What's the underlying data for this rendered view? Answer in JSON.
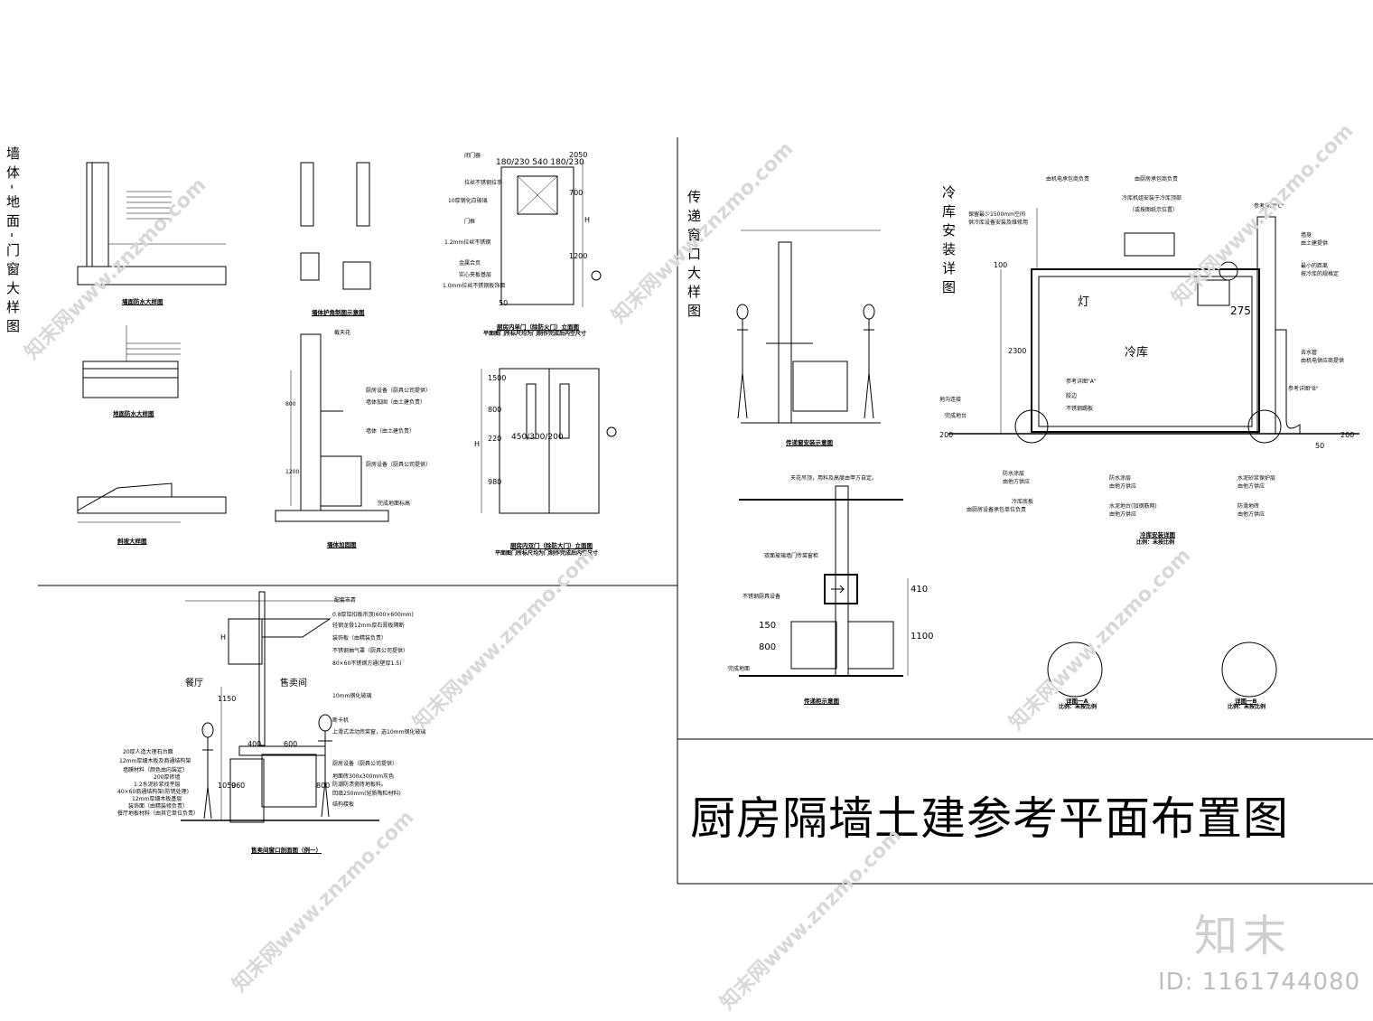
{
  "titles": {
    "left_vertical": "墙体-地面-门窗大样图",
    "mid_vertical": "传递窗口大样图",
    "right_vertical": "冷库安装详图",
    "main": "厨房隔墙土建参考平面布置图"
  },
  "captions": {
    "wall_waterproof": "墙面防水大样图",
    "floor_waterproof": "地面防水大样图",
    "slope": "斜坡大样图",
    "wall_corner": "墙体护角制图示意图",
    "wall_reinforce": "墙体加固图",
    "single_door": "厨房内单门（除防火门）立面图",
    "single_door_note": "平面图门所标尺均为门制作完成后内空尺寸",
    "double_door": "厨房内双门（除防大门）立面图",
    "double_door_note": "平面图门所标尺均为门制作完成后内空尺寸",
    "pass_window_install": "传递窗安装示意图",
    "pass_window": "传递柜示意图",
    "cold_room": "冷库安装详图",
    "cold_room_scale": "比例：未按比例",
    "detail_a": "详图一A",
    "detail_a_scale": "比例：未按比例",
    "detail_b": "详图一B",
    "detail_b_scale": "比例：未按比例",
    "sales_window": "售卖间窗口剖面图（例一）"
  },
  "door_labels": {
    "closer": "闭门器",
    "handle": "拉丝不锈钢拉手",
    "glass": "10厚钢化白玻璃",
    "frame": "门框",
    "steel": "1.2mm拉丝不锈钢",
    "hinge": "金属合页",
    "core": "实心夹板基层",
    "plate": "1.0mm拉丝不锈钢板饰面",
    "dims_top": "180/230 540 180/230",
    "dims_top2": "450/300/200",
    "h": "H",
    "d700": "700",
    "d1200": "1200",
    "d1500": "1500",
    "d800": "800",
    "d220": "220",
    "d980": "980",
    "d50": "50",
    "d2050": "2050"
  },
  "wall_labels": {
    "ceiling": "截天花",
    "kitchen_eq": "厨房设备（厨具公司提供）",
    "reinforce": "墙体加固（由土建负责）",
    "wall": "墙体（由土建负责）",
    "kitchen_eq2": "厨房设备（厨具公司提供）",
    "floor": "完成地面标高",
    "d1200": "1200",
    "d800": "800"
  },
  "pass_labels": {
    "ceiling": "天花吊顶，用料及高度由甲方自定。",
    "board": "双面玻璃墙门传菜窗柜",
    "equip": "不锈钢厨具设备",
    "floor": "完成地面",
    "d150": "150",
    "d800": "800",
    "d410": "410",
    "d1100": "1100"
  },
  "cold_labels": {
    "elec": "由机电承包商负责",
    "elec2": "由厨房承包商负责",
    "space": "保留最少1500mm空间",
    "space2": "供冷库设备安装及维修用",
    "unit": "冷库机组安装于冷库顶部",
    "unit2": "（或按图纸示位置）",
    "ref_c": "参考详图\"C\"",
    "wall": "墙身",
    "wall2": "由土建提供",
    "min": "最小的距离",
    "min2": "按冷库的规格定",
    "lamp": "灯",
    "room": "冷库",
    "ref_a": "参考详图\"A\"",
    "glue": "胶边",
    "plate": "不锈钢踢板",
    "trench": "地沟连接",
    "platform": "完成地台",
    "drain": "去水管",
    "drain2": "由机电供应商提供",
    "ref_b": "参考详图\"B\"",
    "wp1": "防水涂层",
    "wp1b": "由他方供应",
    "wp2": "防水涂层",
    "wp2b": "由他方供应",
    "cement": "水泥砂浆保护层",
    "cement2": "由他方供应",
    "floor": "冷库底板",
    "floor2": "由厨房设备承包单位负责",
    "base": "水泥地台(加钢筋网)",
    "base2": "由他方供应",
    "slip": "防滑地砖",
    "slip2": "由他方供应",
    "d100": "100",
    "d2300": "2300",
    "d275": "275",
    "d200": "200",
    "d50": "50",
    "d200b": "200"
  },
  "sales_labels": {
    "steel_ceiling": "配套市青",
    "l1": "0.8厚铝扣板吊顶(600×600mm)",
    "l2": "轻钢龙骨12mm厚石膏板隔断",
    "l3": "装饰板（由精装负责）",
    "l4": "不锈钢抽气罩（厨具公司提供）",
    "l5": "80×60不锈钢方通(壁厚1.5)",
    "l6": "10mm钢化玻璃",
    "l7": "断卡机",
    "l8": "上滑式活动传菜窗，选10mm钢化玻璃",
    "r1": "厨房设备（厨具公司提供）",
    "r2": "地面砖300x300mm灰色",
    "r3": "防潮防渍瓷砖地板料。",
    "r4": "回填250mm(轻质陶粒材料)",
    "r5": "结构楼板",
    "left1": "20厚人造大理石台面",
    "left2": "12mm厚细木板及商通结构架",
    "left3": "墙膜材料（颜色由内装定）",
    "left4": "200厚砖墙",
    "left5": "1:2水泥砂浆找平层",
    "left6": "40×60商通结构架(防锈处理)",
    "left7": "12mm厚细木板基层",
    "left8": "装饰面（由精装修负责）",
    "left9": "餐厅地板材料（由其它单位负责）",
    "dining": "餐厅",
    "sales": "售卖间",
    "d1150": "1150",
    "d1050": "1050",
    "d960": "960",
    "d400": "400",
    "d600": "600",
    "d800": "800",
    "h": "H"
  },
  "footer": {
    "brand": "知末",
    "id": "ID: 1161744080"
  },
  "watermark": "知末网www.znzmo.com"
}
